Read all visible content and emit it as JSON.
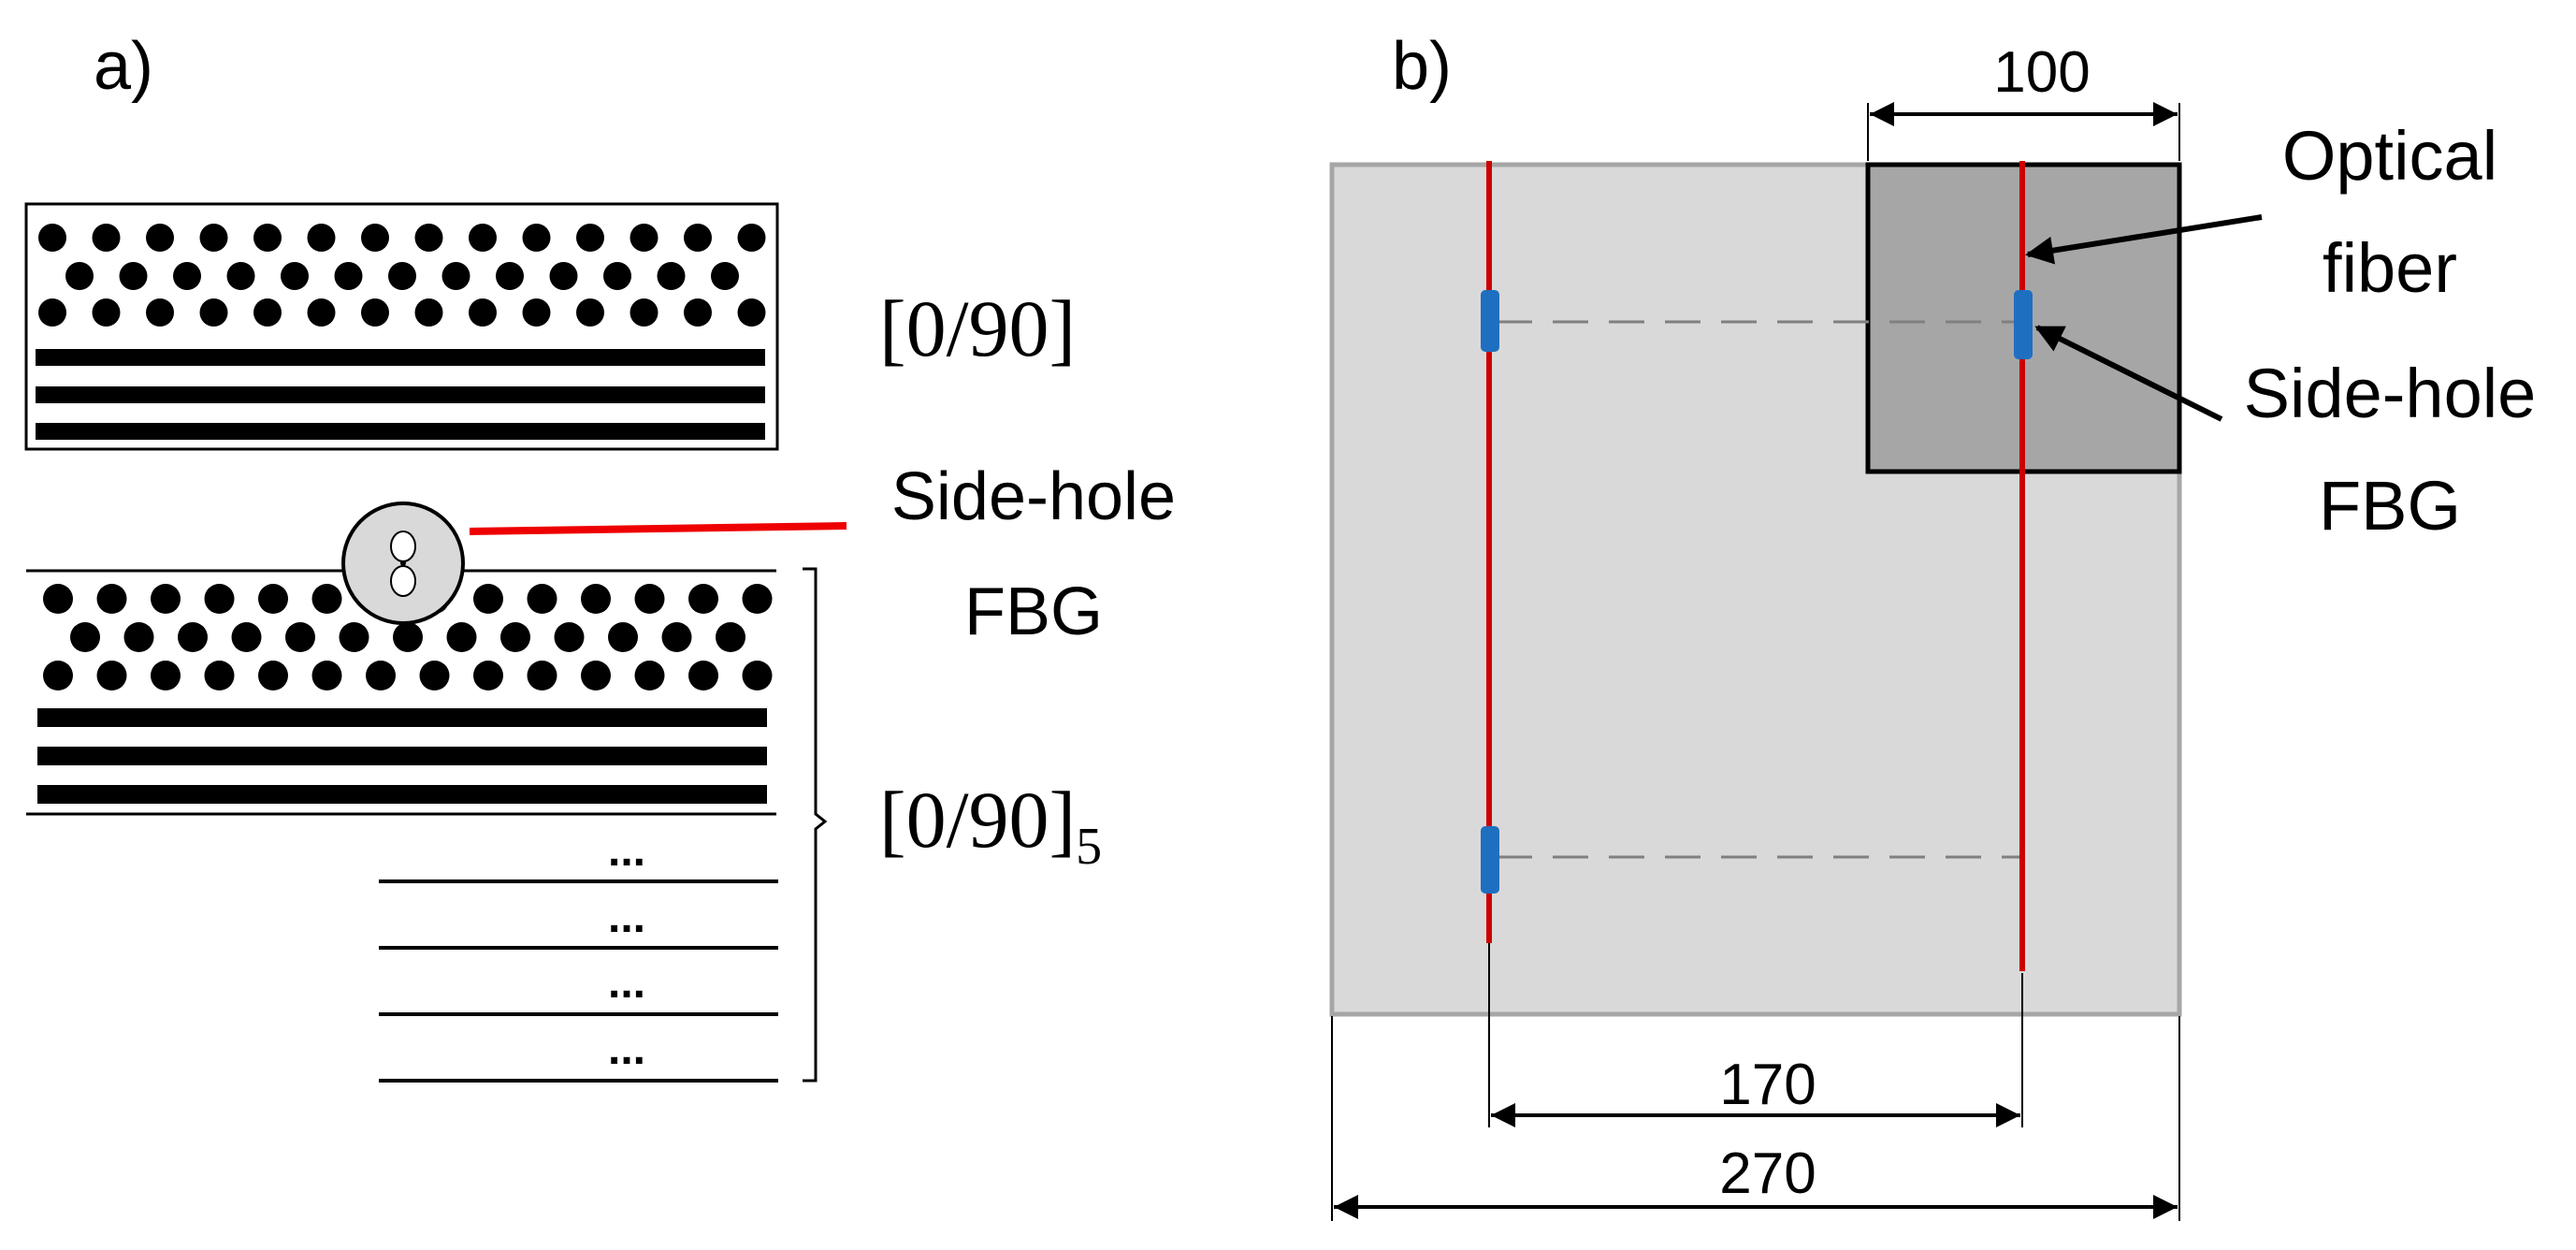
{
  "panel_a": {
    "label": "a)",
    "top_laminate_label": "[0/90]",
    "fbg_label_line1": "Side-hole",
    "fbg_label_line2": "FBG",
    "bottom_laminate_label_main": "[0/90]",
    "bottom_laminate_label_sub": "5",
    "ellipsis": "..."
  },
  "panel_b": {
    "label": "b)",
    "dim_top": "100",
    "dim_inner": "170",
    "dim_outer": "270",
    "optical_fiber_line1": "Optical",
    "optical_fiber_line2": "fiber",
    "fbg_line1": "Side-hole",
    "fbg_line2": "FBG"
  },
  "colors": {
    "fiber_red": "#cc0000",
    "fbg_blue": "#1f6fc0",
    "arrow_red": "#ee0000",
    "plate_light": "#d9d9d9",
    "plate_dark": "#a6a6a6",
    "dashed_gray": "#808080"
  }
}
